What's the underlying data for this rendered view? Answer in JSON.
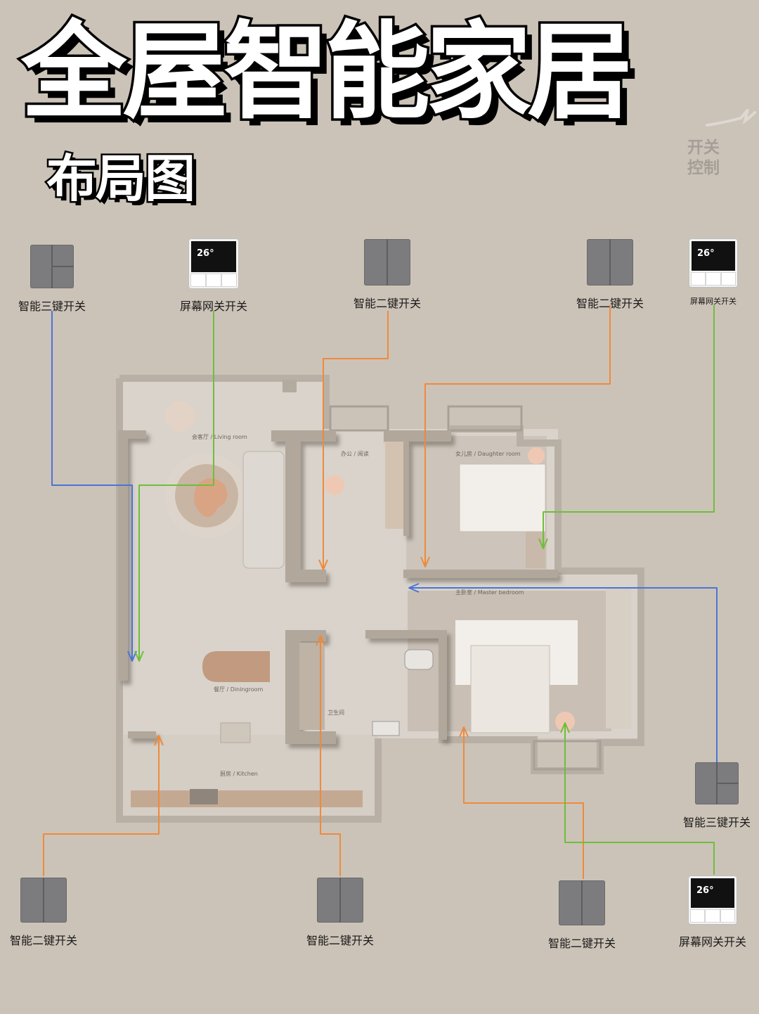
{
  "title": "全屋智能家居",
  "subtitle": "布局图",
  "watermark": {
    "line1": "开关",
    "line2": "控制"
  },
  "screen_temp": "26°",
  "devices": [
    {
      "label": "智能三键开关"
    },
    {
      "label": "屏幕网关开关"
    },
    {
      "label": "智能二键开关"
    },
    {
      "label": "智能二键开关"
    },
    {
      "label": "屏幕网关开关"
    },
    {
      "label": "智能三键开关"
    },
    {
      "label": "智能二键开关"
    },
    {
      "label": "智能二键开关"
    },
    {
      "label": "智能二键开关"
    },
    {
      "label": "屏幕网关开关"
    }
  ],
  "rooms": {
    "living": "会客厅 / Living room",
    "office": "办公 / 阅读",
    "daughter": "女儿房 / Daughter room",
    "master": "主卧室 / Master bedroom",
    "dining": "餐厅 / Diningroom",
    "bath": "卫生间",
    "kitchen": "厨房 / Kitchen"
  },
  "colors": {
    "blue": "#4a74d6",
    "green": "#6dbf3a",
    "orange": "#ee8a3c",
    "background": "#ccc3b8"
  }
}
